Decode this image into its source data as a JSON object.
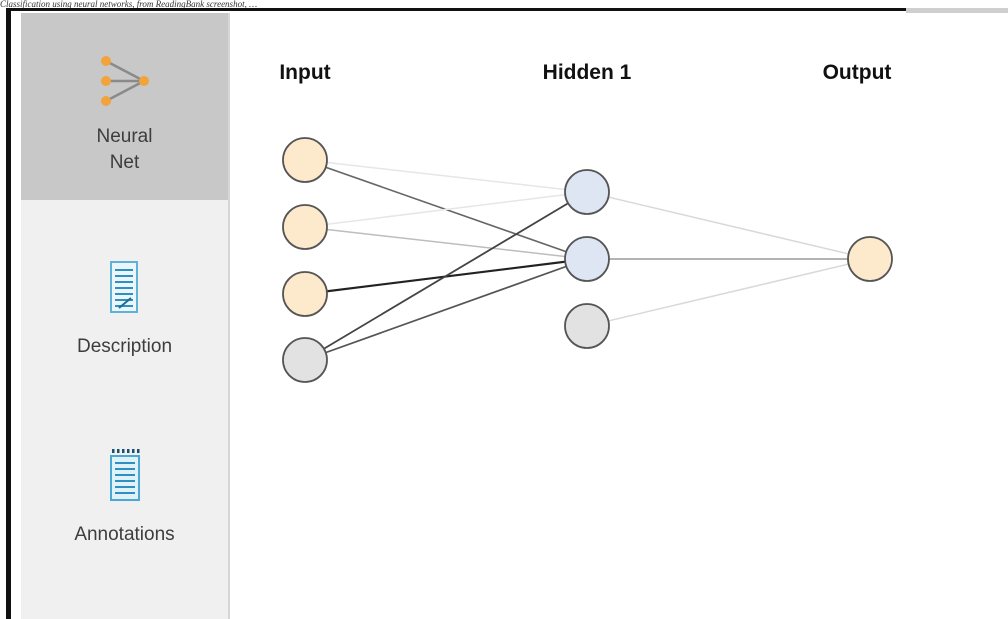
{
  "caption": "Classification using neural networks, from ReadingBank screenshot, …",
  "sidebar": {
    "items": [
      {
        "label_line1": "Neural",
        "label_line2": "Net",
        "icon": "neural-net-icon",
        "active": true
      },
      {
        "label": "Description",
        "icon": "description-document-icon"
      },
      {
        "label": "Annotations",
        "icon": "annotations-notepad-icon"
      }
    ]
  },
  "network": {
    "layers": [
      "Input",
      "Hidden 1",
      "Output"
    ],
    "node_colors": {
      "input": "#fde9cc",
      "hidden": "#dfe6f3",
      "bias": "#e2e2e2",
      "output": "#fde9cc"
    },
    "icon_accent": "#f2a33a"
  }
}
